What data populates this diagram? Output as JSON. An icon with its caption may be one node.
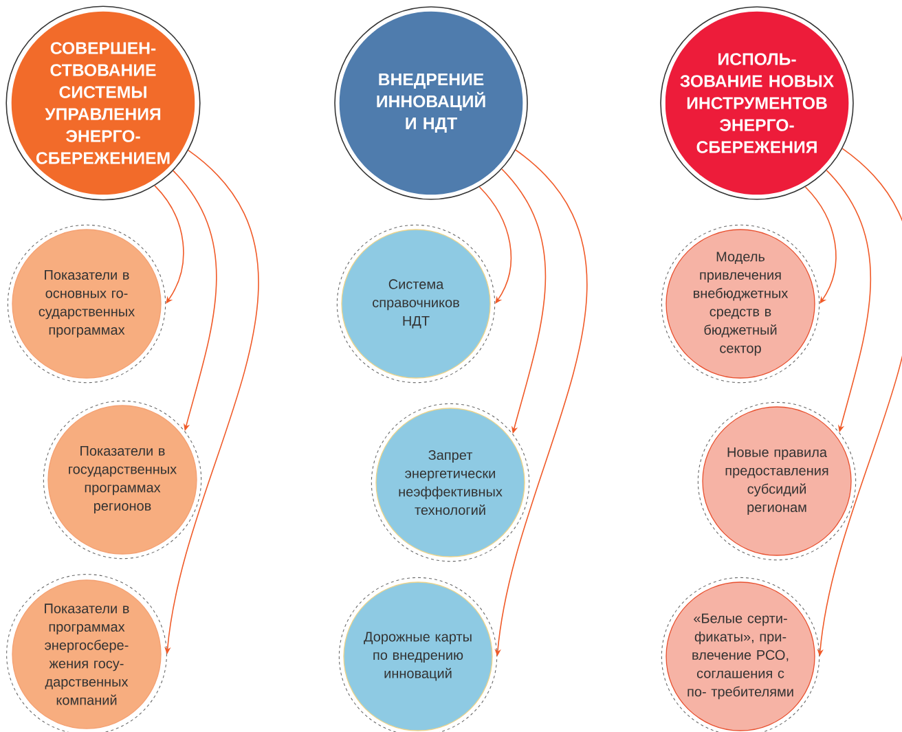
{
  "diagram": {
    "nodes": [
      {
        "text": [
          "СОВЕРШЕН- СТВОВАНИЕ СИСТЕМЫ УПРАВЛЕНИЯ ЭНЕРГО- СБЕРЕЖЕНИЕМ"
        ]
      },
      {
        "text": [
          "Показатели в основных го- сударственных программах"
        ]
      },
      {
        "text": [
          "Показатели в государственных программах регионов"
        ]
      },
      {
        "text": [
          "Показатели в программах энергосбере- жения госу- дарственных компаний"
        ]
      },
      {
        "text": [
          "ВНЕДРЕНИЕ ИННОВАЦИЙ И НДТ"
        ]
      },
      {
        "text": [
          "Система справочников НДТ"
        ]
      },
      {
        "text": [
          "Запрет энергетически неэффективных технологий"
        ]
      },
      {
        "text": [
          "Дорожные карты по внедрению инноваций"
        ]
      },
      {
        "text": [
          "ИСПОЛЬ- ЗОВАНИЕ НОВЫХ ИНСТРУМЕНТОВ ЭНЕРГО- СБЕРЕЖЕНИЯ"
        ]
      },
      {
        "text": [
          "Модель привлечения внебюджетных средств в бюджетный сектор"
        ]
      },
      {
        "text": [
          "Новые правила предоставления субсидий регионам"
        ]
      },
      {
        "text": [
          "«Белые серти- фикаты», при- влечение РСО, соглашения с по- требителями"
        ]
      }
    ],
    "edges": [
      {
        "from": 0,
        "to": 1,
        "arrow": "to"
      },
      {
        "from": 0,
        "to": 2,
        "arrow": "to"
      },
      {
        "from": 0,
        "to": 3,
        "arrow": "to"
      },
      {
        "from": 4,
        "to": 5,
        "arrow": "to"
      },
      {
        "from": 4,
        "to": 6,
        "arrow": "to"
      },
      {
        "from": 4,
        "to": 7,
        "arrow": "to"
      },
      {
        "from": 8,
        "to": 9,
        "arrow": "to"
      },
      {
        "from": 8,
        "to": 10,
        "arrow": "to"
      },
      {
        "from": 8,
        "to": 11,
        "arrow": "to"
      }
    ]
  }
}
